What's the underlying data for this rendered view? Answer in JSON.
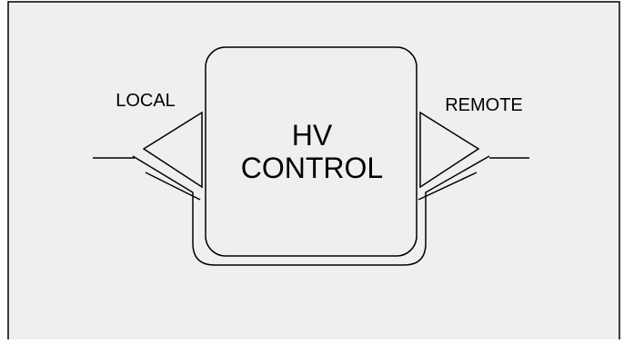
{
  "diagram": {
    "title_line1": "HV",
    "title_line2": "CONTROL",
    "left_label": "LOCAL",
    "right_label": "REMOTE"
  },
  "colors": {
    "panel_background": "#efefef",
    "stroke": "#000000",
    "outer_background": "#ffffff"
  }
}
